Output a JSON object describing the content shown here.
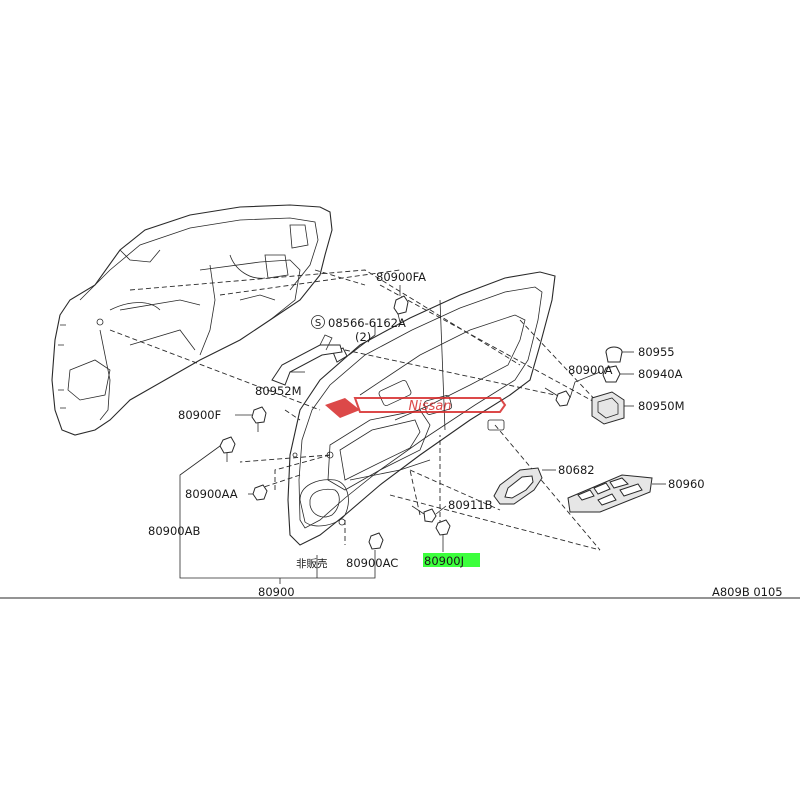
{
  "diagram": {
    "code": "A809B 0105",
    "watermark": "Nissan",
    "parts": {
      "p80900FA": "80900FA",
      "p08566": "08566-6162A",
      "p08566_qty": "(2)",
      "p08566_symbol": "S",
      "p80952M": "80952M",
      "p80900F": "80900F",
      "p80900AA": "80900AA",
      "p80900AB": "80900AB",
      "p80900AC": "80900AC",
      "p80900": "80900",
      "p80900A": "80900A",
      "p80955": "80955",
      "p80940A": "80940A",
      "p80950M": "80950M",
      "p80682": "80682",
      "p80960": "80960",
      "p80911B": "80911B",
      "p80900J": "80900J",
      "not_for_sale": "非販売"
    },
    "highlight_color": "#3cff3c",
    "watermark_color": "#d62a2a"
  }
}
